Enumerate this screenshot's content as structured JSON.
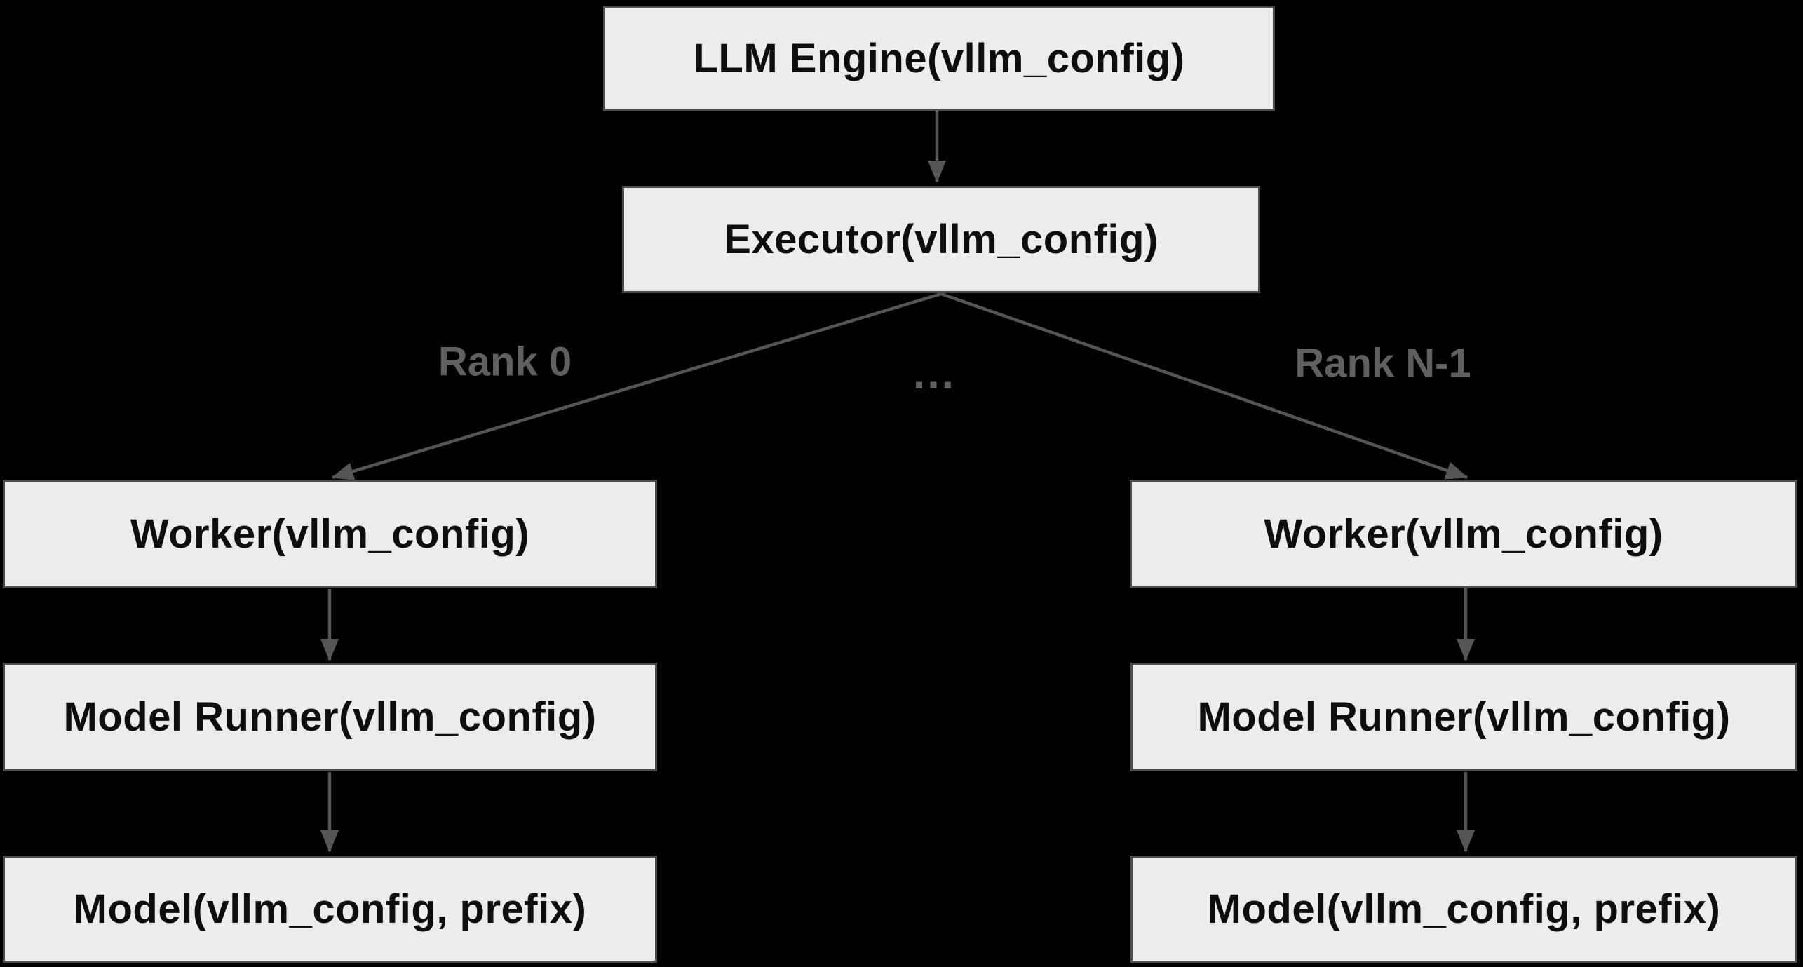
{
  "diagram": {
    "title": "vLLM engine-executor-worker architecture flowchart",
    "nodes": {
      "llm_engine": {
        "label": "LLM Engine(vllm_config)"
      },
      "executor": {
        "label": "Executor(vllm_config)"
      },
      "worker_left": {
        "label": "Worker(vllm_config)"
      },
      "worker_right": {
        "label": "Worker(vllm_config)"
      },
      "model_runner_left": {
        "label": "Model Runner(vllm_config)"
      },
      "model_runner_right": {
        "label": "Model Runner(vllm_config)"
      },
      "model_left": {
        "label": "Model(vllm_config, prefix)"
      },
      "model_right": {
        "label": "Model(vllm_config, prefix)"
      }
    },
    "edge_labels": {
      "rank0": "Rank 0",
      "ellipsis": "…",
      "rankn": "Rank N-1"
    },
    "colors": {
      "background": "#000000",
      "node_fill": "#ececec",
      "node_border": "#4d4d4d",
      "node_text": "#0e0e0e",
      "edge": "#555555",
      "edge_label": "#606060"
    }
  }
}
